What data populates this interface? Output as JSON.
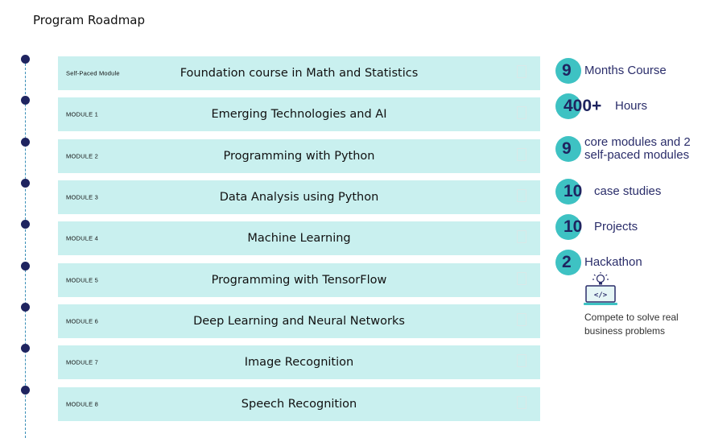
{
  "page": {
    "title": "Program Roadmap"
  },
  "modules": [
    {
      "tag": "Self-Paced Module",
      "title": "Foundation course in Math and Statistics"
    },
    {
      "tag": "MODULE 1",
      "title": "Emerging Technologies and AI"
    },
    {
      "tag": "MODULE 2",
      "title": "Programming with Python"
    },
    {
      "tag": "MODULE 3",
      "title": "Data Analysis using Python"
    },
    {
      "tag": "MODULE 4",
      "title": "Machine Learning"
    },
    {
      "tag": "MODULE 5",
      "title": "Programming with TensorFlow"
    },
    {
      "tag": "MODULE 6",
      "title": "Deep Learning and Neural Networks"
    },
    {
      "tag": "MODULE 7",
      "title": "Image Recognition"
    },
    {
      "tag": "MODULE 8",
      "title": "Speech Recognition"
    }
  ],
  "stats": [
    {
      "number": "9",
      "label": "Months Course"
    },
    {
      "number": "400+",
      "label": "Hours"
    },
    {
      "number": "9",
      "label": "core modules and 2 self-paced modules"
    },
    {
      "number": "10",
      "label": "case studies"
    },
    {
      "number": "10",
      "label": "Projects"
    },
    {
      "number": "2",
      "label": "Hackathon"
    }
  ],
  "hackathon": {
    "icon": "laptop-code-bulb-icon",
    "description": "Compete to solve real business problems"
  },
  "colors": {
    "module_bg": "#c9f0ef",
    "dot": "#1f2460",
    "stat_circle": "#3ec2c3",
    "stat_text": "#2a2d6a"
  }
}
